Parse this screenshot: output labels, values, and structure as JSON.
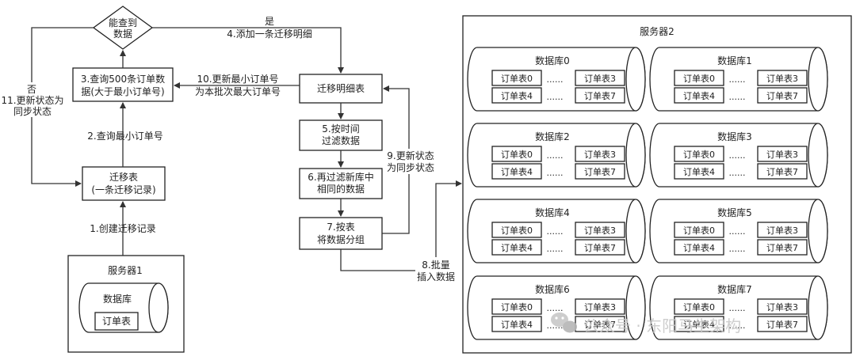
{
  "nodes": {
    "decision": [
      "能查到",
      "数据"
    ],
    "query500": [
      "3.查询500条订单数",
      "据(大于最小订单号)"
    ],
    "migration_table": [
      "迁移表",
      "(一条迁移记录)"
    ],
    "detail_table": "迁移明细表",
    "step5": [
      "5.按时间",
      "过滤数据"
    ],
    "step6": [
      "6.再过滤新库中",
      "相同的数据"
    ],
    "step7": [
      "7.按表",
      "将数据分组"
    ]
  },
  "edges": {
    "yes_label": "是",
    "add_detail": "4.添加一条迁移明细",
    "no_label": "否",
    "update_sync_11": [
      "11.更新状态为",
      "同步状态"
    ],
    "update_min_10": [
      "10.更新最小订单号",
      "为本批次最大订单号"
    ],
    "query_min": "2.查询最小订单号",
    "create_record": "1.创建迁移记录",
    "update_sync_9": [
      "9.更新状态",
      "为同步状态"
    ],
    "batch_insert": [
      "8.批量",
      "插入数据"
    ]
  },
  "server1": {
    "title": "服务器1",
    "db": "数据库",
    "table": "订单表"
  },
  "server2": {
    "title": "服务器2",
    "databases": [
      "数据库0",
      "数据库1",
      "数据库2",
      "数据库3",
      "数据库4",
      "数据库5",
      "数据库6",
      "数据库7"
    ],
    "tables_top": [
      "订单表0",
      "......",
      "订单表3"
    ],
    "tables_bottom": [
      "订单表4",
      "......",
      "订单表7"
    ]
  },
  "watermark": "公众号 · 东阳马生架构"
}
